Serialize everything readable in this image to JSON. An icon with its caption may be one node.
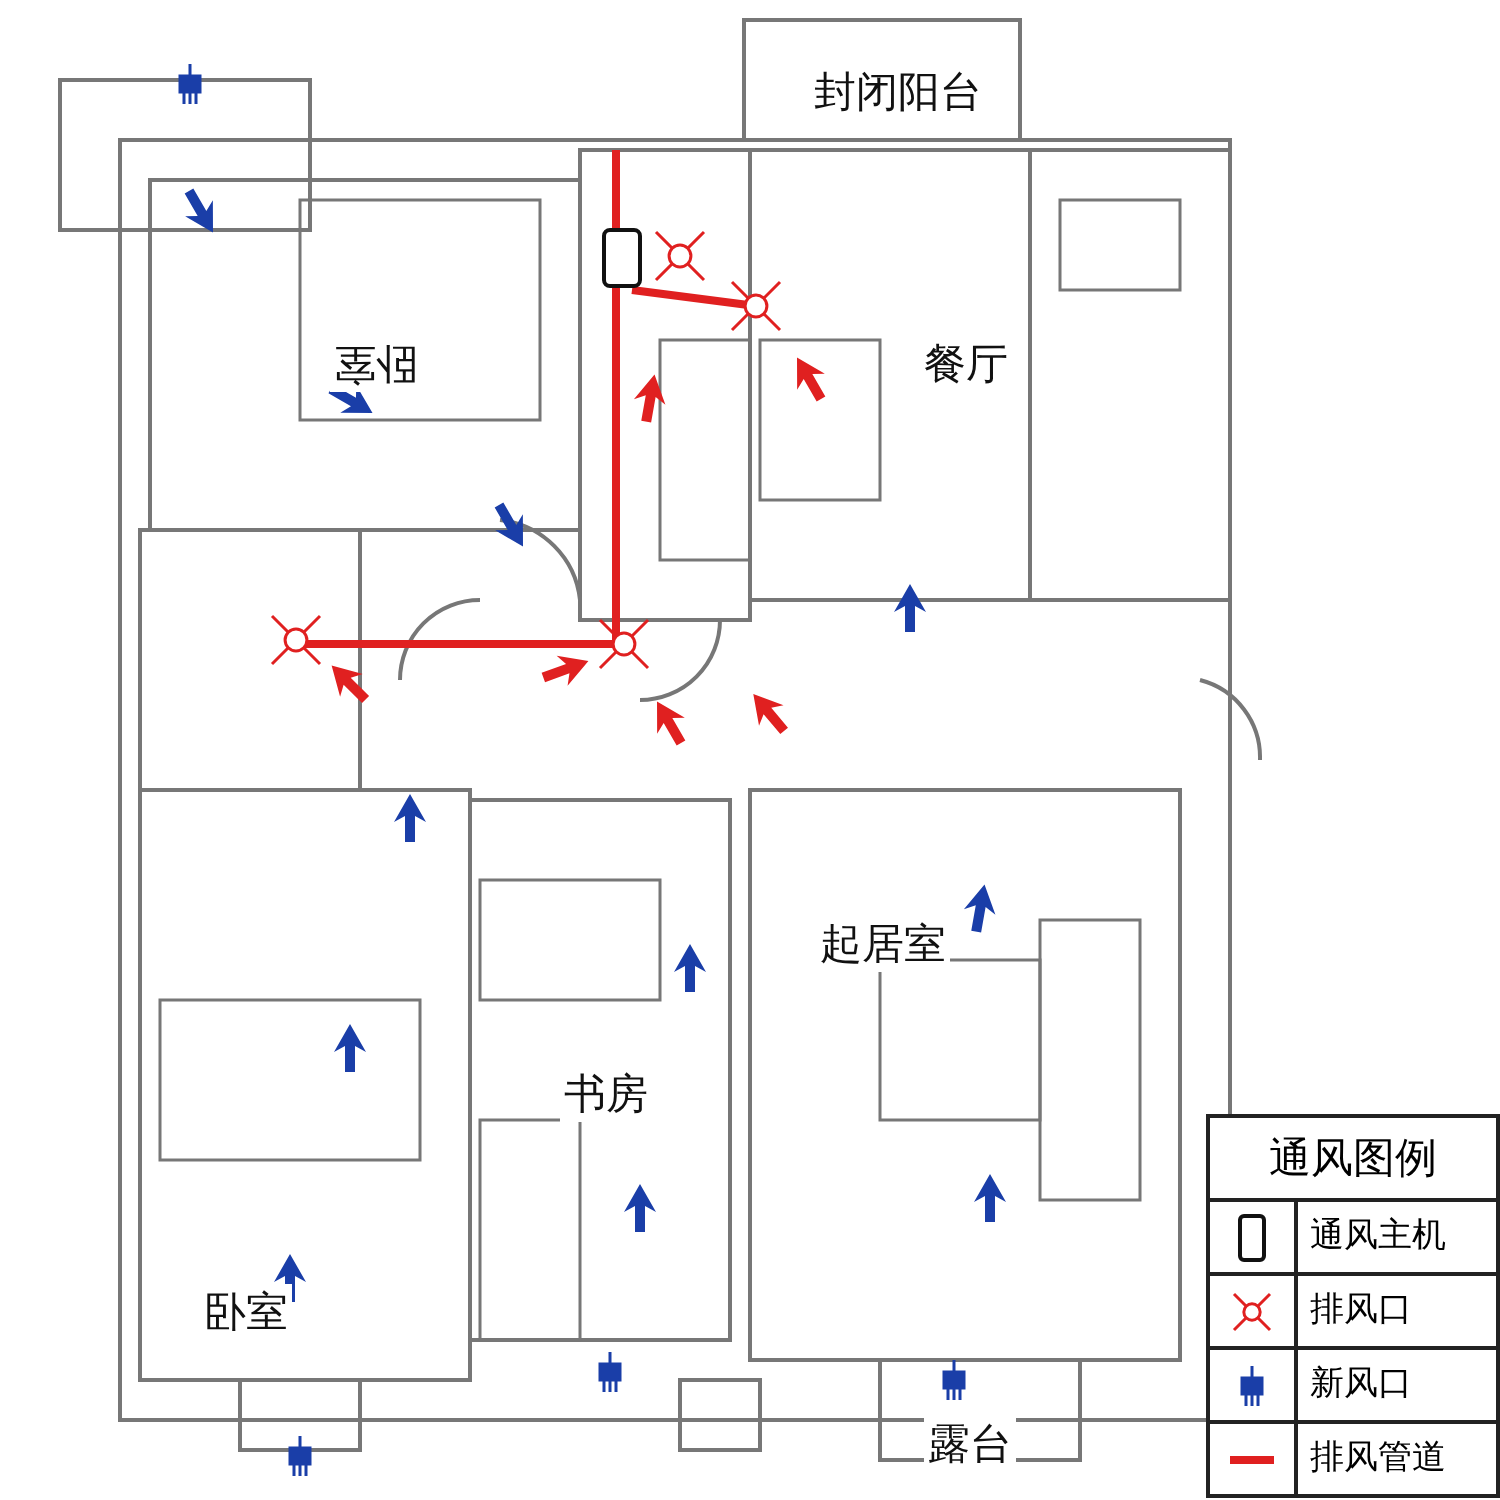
{
  "diagram": {
    "labels": [
      "封闭阳台",
      "卧室",
      "餐厅",
      "起居室",
      "书房",
      "卧室",
      "露台",
      "通风图例"
    ],
    "legend": [
      {
        "text": "通风主机"
      },
      {
        "text": "排风口"
      },
      {
        "text": "新风口"
      },
      {
        "text": "排风管道"
      }
    ]
  }
}
